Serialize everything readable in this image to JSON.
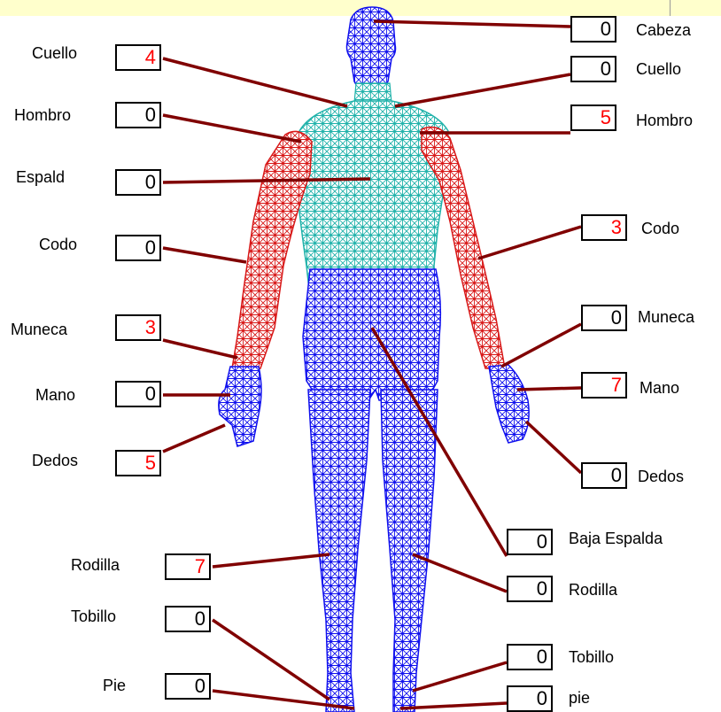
{
  "colors": {
    "leader": "#800000",
    "torso": "#20b2aa",
    "arm": "#e02020",
    "body_blue": "#1010ee",
    "nonzero_value": "#ff0000",
    "zero_value": "#000000",
    "top_bar": "#ffffcc"
  },
  "left_parts": [
    {
      "label": "Cuello",
      "value": "4"
    },
    {
      "label": "Hombro",
      "value": "0"
    },
    {
      "label": "Espald",
      "value": "0"
    },
    {
      "label": "Codo",
      "value": "0"
    },
    {
      "label": "Muneca",
      "value": "3"
    },
    {
      "label": "Mano",
      "value": "0"
    },
    {
      "label": "Dedos",
      "value": "5"
    },
    {
      "label": "Rodilla",
      "value": "7"
    },
    {
      "label": "Tobillo",
      "value": "0"
    },
    {
      "label": "Pie",
      "value": "0"
    }
  ],
  "right_parts": [
    {
      "label": "Cabeza",
      "value": "0"
    },
    {
      "label": "Cuello",
      "value": "0"
    },
    {
      "label": "Hombro",
      "value": "5"
    },
    {
      "label": "Codo",
      "value": "3"
    },
    {
      "label": "Muneca",
      "value": "0"
    },
    {
      "label": "Mano",
      "value": "7"
    },
    {
      "label": "Dedos",
      "value": "0"
    },
    {
      "label": "Baja Espalda",
      "value": "0"
    },
    {
      "label": "Rodilla",
      "value": "0"
    },
    {
      "label": "Tobillo",
      "value": "0"
    },
    {
      "label": "pie",
      "value": "0"
    }
  ]
}
